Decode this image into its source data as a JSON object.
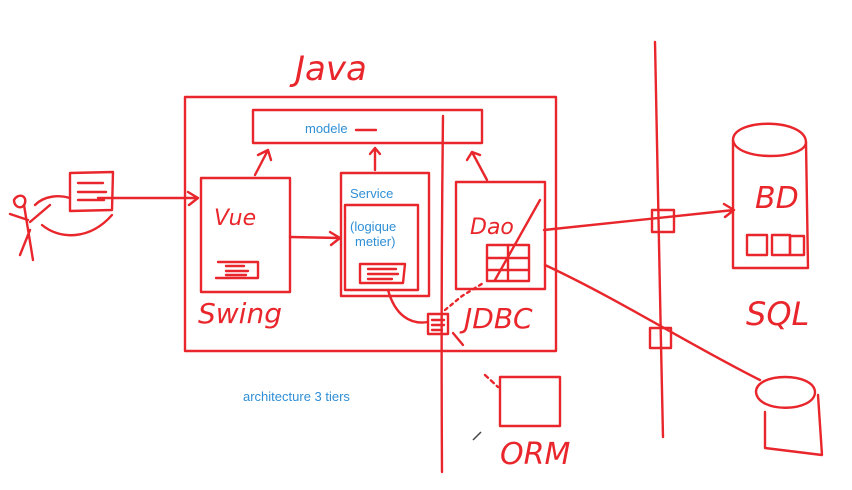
{
  "diagram": {
    "handwritten": {
      "java": "Java",
      "vue": "Vue",
      "swing": "Swing",
      "dao": "Dao",
      "jdbc": "JDBC",
      "bd": "BD",
      "sql": "SQL",
      "orm": "ORM"
    },
    "typed": {
      "modele": "modele",
      "service": "Service",
      "logique_line1": "(logique",
      "logique_line2": "metier)",
      "architecture": "architecture 3 tiers"
    },
    "colors": {
      "ink": "#e8262b",
      "typed_text": "#2f8fd6",
      "background": "#ffffff"
    }
  }
}
